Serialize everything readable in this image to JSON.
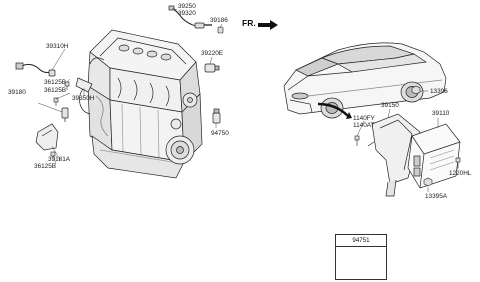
{
  "direction_label": "FR.",
  "parts_box": {
    "title": "94751"
  },
  "labels": {
    "l39250": "39250",
    "l39320": "39320",
    "l39186": "39186",
    "l39220E": "39220E",
    "l39310H": "39310H",
    "l36125B_a": "36125B",
    "l36125B_b": "36125B",
    "l39180": "39180",
    "l39350H": "39350H",
    "l94750": "94750",
    "l39181A": "39181A",
    "l36125B_c": "36125B",
    "l13396": "13396",
    "l39150": "39150",
    "l39110": "39110",
    "l1140FY": "1140FY",
    "l1140AT": "1140AT",
    "l1220HL": "1220HL",
    "l13395A": "13395A"
  }
}
